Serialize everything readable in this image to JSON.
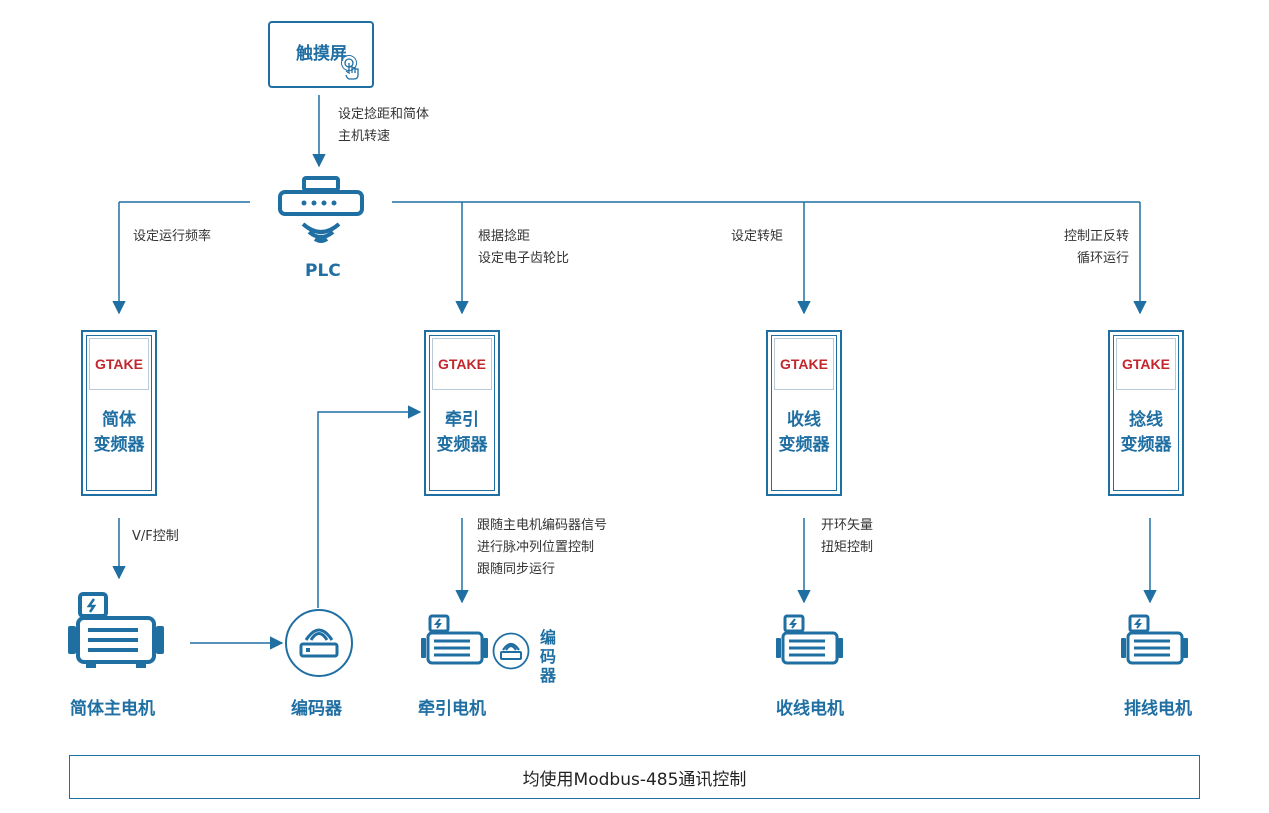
{
  "touchscreen": {
    "label": "触摸屏"
  },
  "plc": {
    "label": "PLC"
  },
  "notes": {
    "touch_to_plc": [
      "设定捻距和简体",
      "主机转速"
    ],
    "to_drum_inverter": [
      "设定运行频率"
    ],
    "to_traction_inverter": [
      "根据捻距",
      "设定电子齿轮比"
    ],
    "to_takeup_inverter": [
      "设定转矩"
    ],
    "to_twist_inverter": [
      "控制正反转",
      "循环运行"
    ],
    "drum_to_motor": [
      "V/F控制"
    ],
    "traction_to_motor": [
      "跟随主电机编码器信号",
      "进行脉冲列位置控制",
      "跟随同步运行"
    ],
    "takeup_to_motor": [
      "开环矢量",
      "扭矩控制"
    ]
  },
  "inverters": [
    {
      "brand": "GTAKE",
      "name_line1": "简体",
      "name_line2": "变频器"
    },
    {
      "brand": "GTAKE",
      "name_line1": "牵引",
      "name_line2": "变频器"
    },
    {
      "brand": "GTAKE",
      "name_line1": "收线",
      "name_line2": "变频器"
    },
    {
      "brand": "GTAKE",
      "name_line1": "捻线",
      "name_line2": "变频器"
    }
  ],
  "motors": {
    "drum_main": "简体主电机",
    "encoder": "编码器",
    "traction": "牵引电机",
    "traction_encoder": [
      "编",
      "码",
      "器"
    ],
    "takeup": "收线电机",
    "traverse": "排线电机"
  },
  "footer": {
    "text": "均使用Modbus-485通讯控制"
  },
  "colors": {
    "primary": "#1f6fa3",
    "brand": "#c2272d",
    "text": "#333333"
  }
}
